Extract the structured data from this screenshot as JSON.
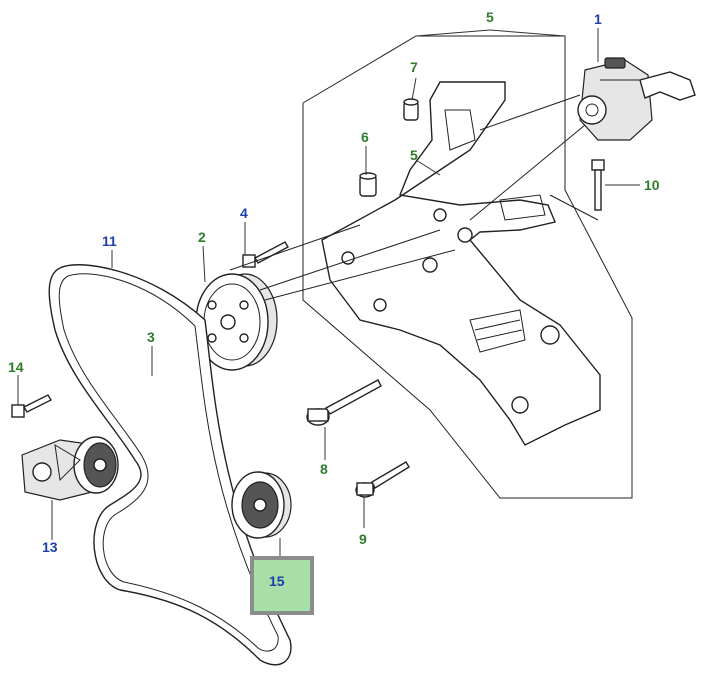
{
  "callouts": {
    "c1": "1",
    "c2": "2",
    "c3": "3",
    "c4": "4",
    "c5": "5",
    "c5b": "5",
    "c6": "6",
    "c7": "7",
    "c8": "8",
    "c9": "9",
    "c10": "10",
    "c11": "11",
    "c13": "13",
    "c14": "14",
    "c15": "15"
  },
  "colors": {
    "blue_callout": "#1f3fa8",
    "green_callout": "#2e7d2e",
    "highlight_fill": "#a8dfa8",
    "highlight_border": "#8c8c8c"
  },
  "highlighted_part": "15"
}
